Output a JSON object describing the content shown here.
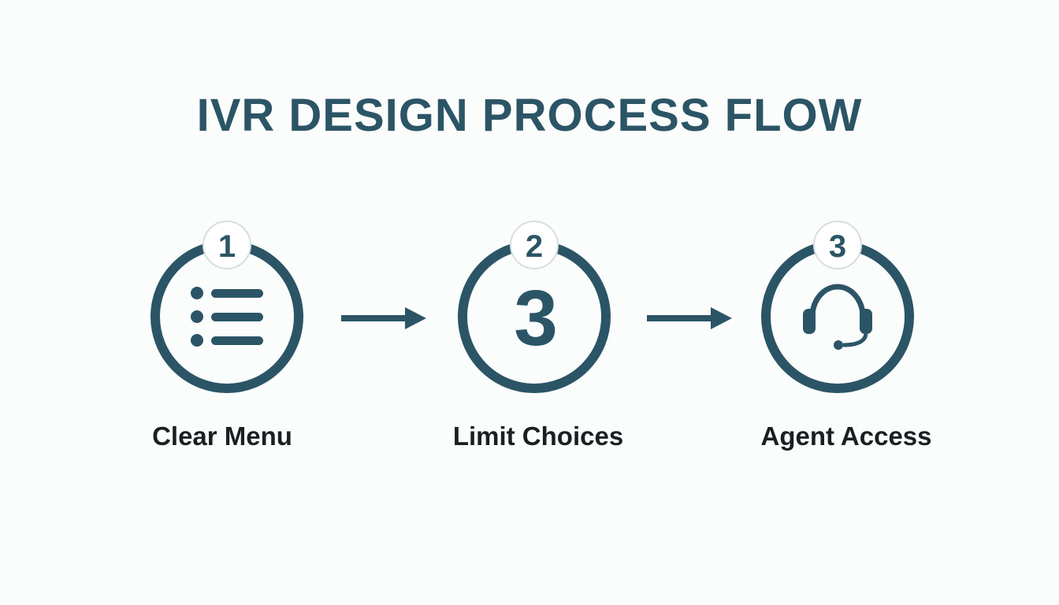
{
  "title": "IVR DESIGN PROCESS FLOW",
  "colors": {
    "primary": "#2b5566",
    "label": "#1b1f22",
    "badge_border": "#d7dde0",
    "background": "#fbfcfc"
  },
  "steps": [
    {
      "number": "1",
      "icon": "list-icon",
      "label": "Clear Menu"
    },
    {
      "number": "2",
      "icon": "number-three-glyph",
      "glyph": "3",
      "label": "Limit Choices"
    },
    {
      "number": "3",
      "icon": "headset-icon",
      "label": "Agent Access"
    }
  ],
  "connectors": [
    "arrow-right-icon",
    "arrow-right-icon"
  ]
}
